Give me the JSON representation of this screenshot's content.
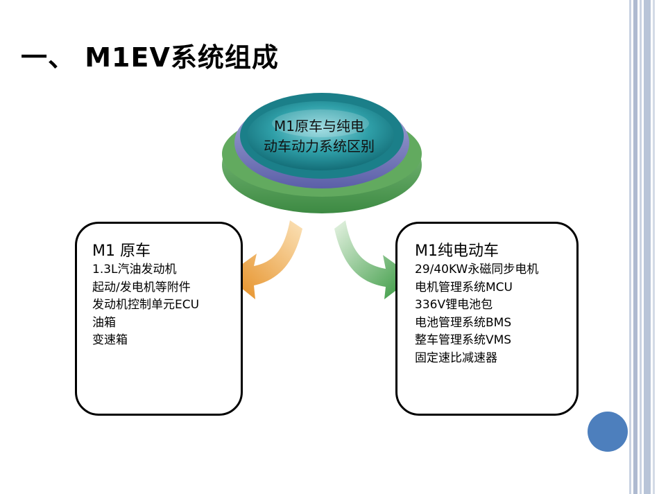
{
  "slide": {
    "title": "一、 M1EV系统组成"
  },
  "hub": {
    "line1": "M1原车与纯电",
    "line2": "动车动力系统区别"
  },
  "left_box": {
    "heading": "M1 原车",
    "items": [
      "1.3L汽油发动机",
      "起动/发电机等附件",
      "发动机控制单元ECU",
      "油箱",
      "变速箱"
    ]
  },
  "right_box": {
    "heading": "M1纯电动车",
    "items": [
      "29/40KW永磁同步电机",
      "电机管理系统MCU",
      "336V锂电池包",
      "电池管理系统BMS",
      "整车管理系统VMS",
      "固定速比减速器"
    ]
  },
  "colors": {
    "hub_center": "#1f8f99",
    "hub_ring_purple": "#7b7fc4",
    "hub_base_green": "#4f9a50",
    "arrow_left": "#e8962a",
    "arrow_right": "#3f9e46",
    "nav_circle": "#4d7fbd",
    "stripe": "#b8c4d8"
  }
}
